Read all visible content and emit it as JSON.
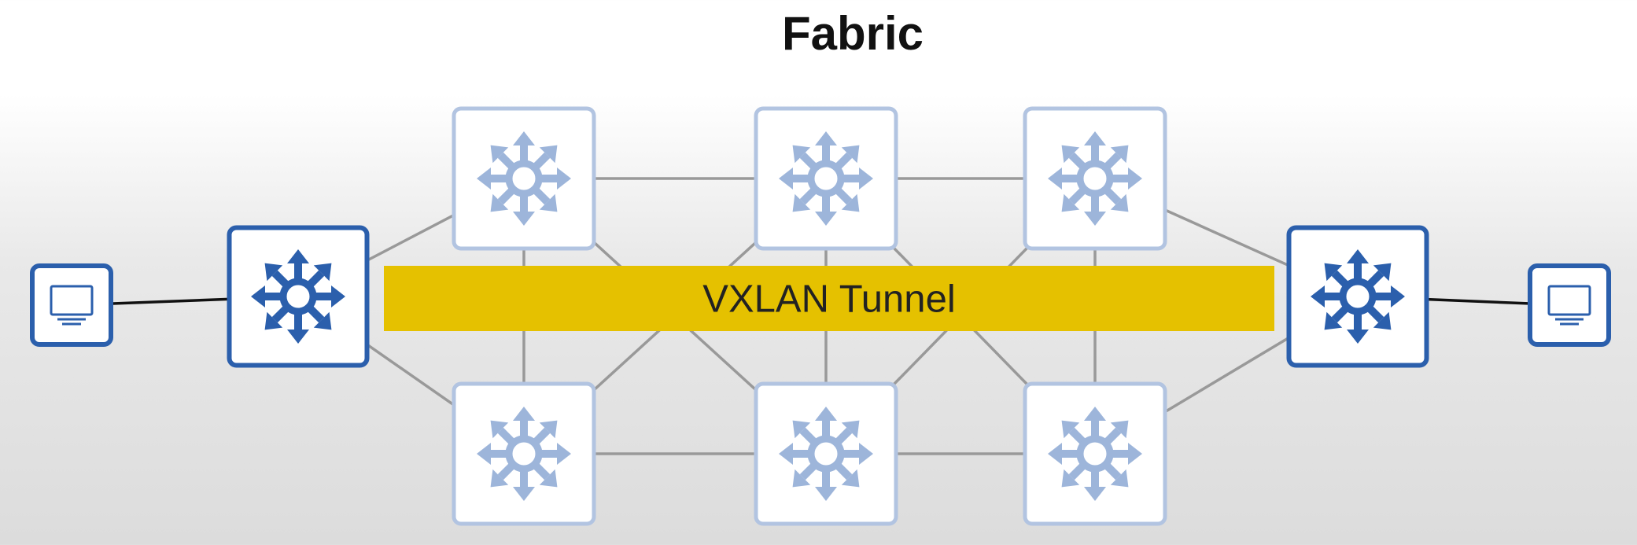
{
  "title": "Fabric",
  "tunnel": {
    "label": "VXLAN Tunnel",
    "color": "#e5c100",
    "text_color": "#222222"
  },
  "colors": {
    "active_switch": "#2b5fac",
    "faded_switch": "#b2c4e1",
    "faded_switch_icon": "#9db5da",
    "link": "#999999",
    "host_link": "#111111",
    "box_fill": "#ffffff"
  },
  "nodes": [
    {
      "id": "host-left",
      "kind": "host",
      "icon": "monitor-icon",
      "state": "active"
    },
    {
      "id": "edge-left",
      "kind": "switch",
      "icon": "multilayer-switch-icon",
      "state": "active"
    },
    {
      "id": "top-1",
      "kind": "switch",
      "icon": "multilayer-switch-icon",
      "state": "faded"
    },
    {
      "id": "top-2",
      "kind": "switch",
      "icon": "multilayer-switch-icon",
      "state": "faded"
    },
    {
      "id": "top-3",
      "kind": "switch",
      "icon": "multilayer-switch-icon",
      "state": "faded"
    },
    {
      "id": "bot-1",
      "kind": "switch",
      "icon": "multilayer-switch-icon",
      "state": "faded"
    },
    {
      "id": "bot-2",
      "kind": "switch",
      "icon": "multilayer-switch-icon",
      "state": "faded"
    },
    {
      "id": "bot-3",
      "kind": "switch",
      "icon": "multilayer-switch-icon",
      "state": "faded"
    },
    {
      "id": "edge-right",
      "kind": "switch",
      "icon": "multilayer-switch-icon",
      "state": "active"
    },
    {
      "id": "host-right",
      "kind": "host",
      "icon": "monitor-icon",
      "state": "active"
    }
  ],
  "links": [
    [
      "host-left",
      "edge-left"
    ],
    [
      "edge-left",
      "top-1"
    ],
    [
      "edge-left",
      "bot-1"
    ],
    [
      "top-1",
      "top-2"
    ],
    [
      "top-2",
      "top-3"
    ],
    [
      "bot-1",
      "bot-2"
    ],
    [
      "bot-2",
      "bot-3"
    ],
    [
      "top-1",
      "bot-1"
    ],
    [
      "top-2",
      "bot-2"
    ],
    [
      "top-3",
      "bot-3"
    ],
    [
      "top-1",
      "bot-2"
    ],
    [
      "top-2",
      "bot-1"
    ],
    [
      "top-2",
      "bot-3"
    ],
    [
      "top-3",
      "bot-2"
    ],
    [
      "top-3",
      "edge-right"
    ],
    [
      "bot-3",
      "edge-right"
    ],
    [
      "edge-right",
      "host-right"
    ]
  ]
}
